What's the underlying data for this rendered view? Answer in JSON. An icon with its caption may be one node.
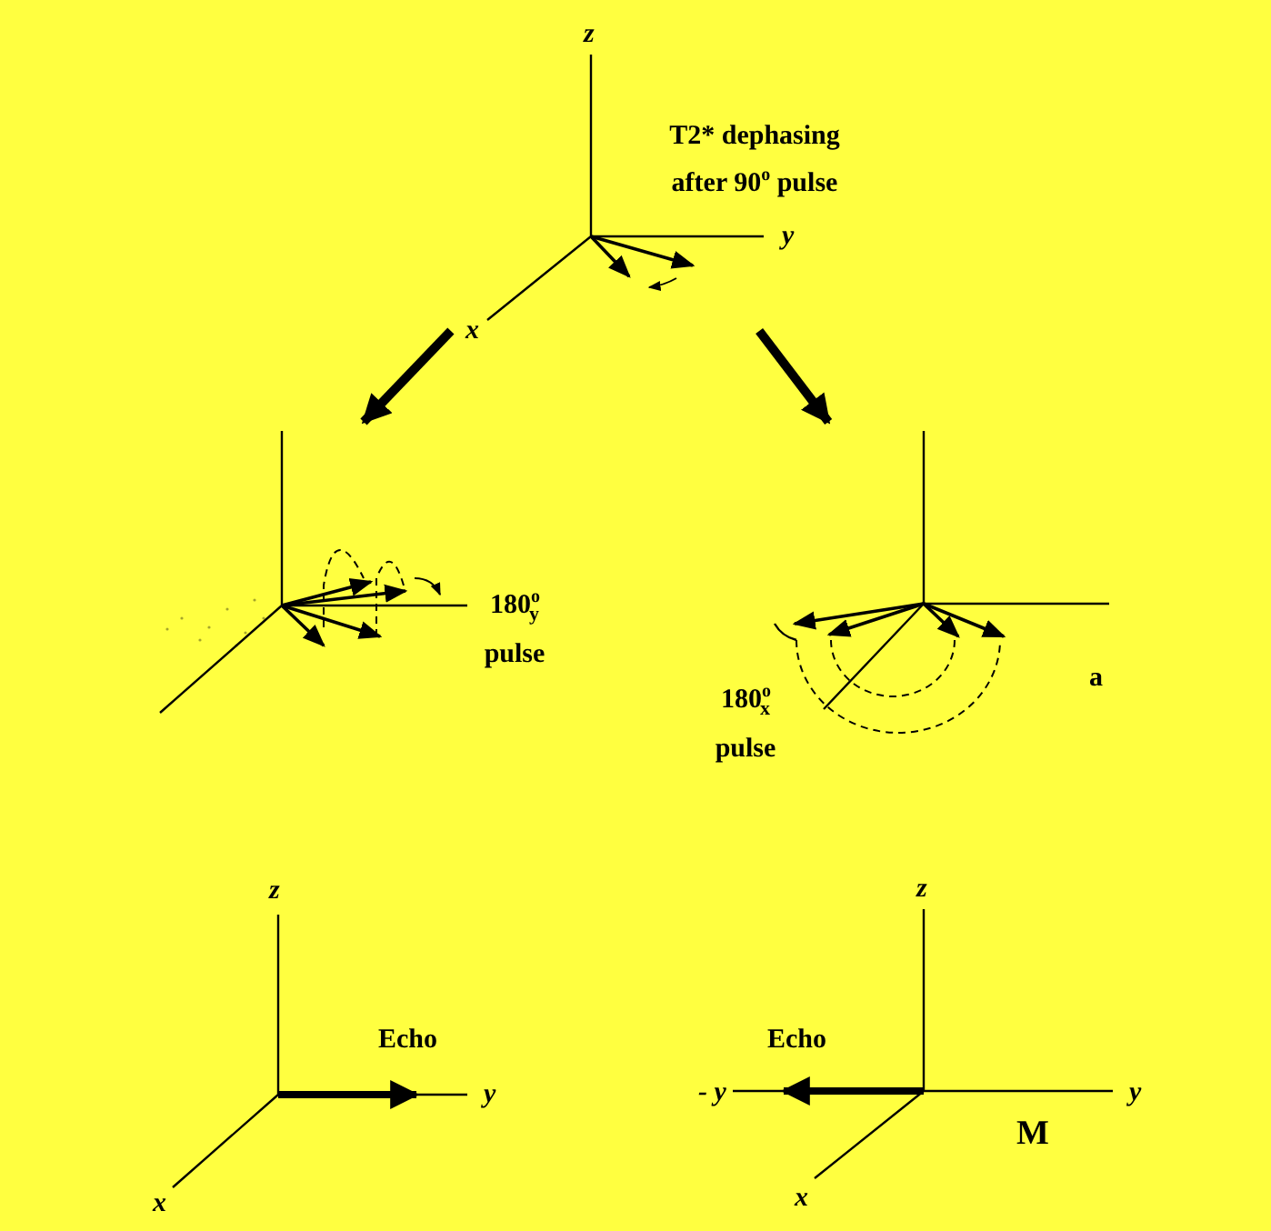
{
  "diagram": {
    "nodes": [
      {
        "text": [
          "T2* dephasing after 90$^{o}$ pulse"
        ]
      },
      {
        "text": [
          "180$^{o}$$_{y}$ pulse"
        ]
      },
      {
        "text": [
          "180$^{o}$$_{x}$ pulse"
        ]
      }
    ],
    "edges": [
      {
        "from": 0,
        "to": 1,
        "arrow": "to"
      },
      {
        "from": 0,
        "to": 2,
        "arrow": "to"
      }
    ],
    "labels": [
      "z",
      "y",
      "x",
      "a",
      "z",
      "z",
      "Echo",
      "Echo",
      "y",
      "- y",
      "y",
      "M",
      "x",
      "x"
    ]
  }
}
